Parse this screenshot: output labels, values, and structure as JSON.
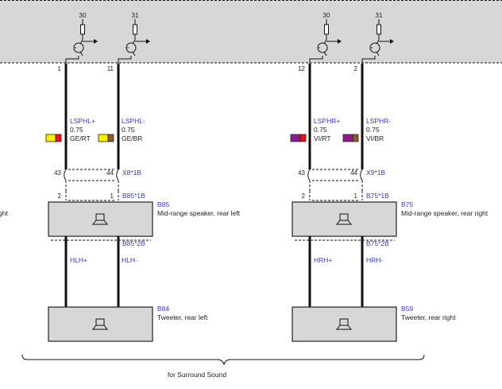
{
  "control_unit": {
    "supply_pins": [
      "30",
      "31",
      "30",
      "31"
    ],
    "output_pins": [
      "1",
      "11",
      "12",
      "2"
    ]
  },
  "left_channel": {
    "wire_plus": {
      "signal": "LSPHL+",
      "gauge": "0.75",
      "color": "GE/RT",
      "swatch": [
        "#ffee00",
        "#e8101a"
      ]
    },
    "wire_minus": {
      "signal": "LSPHL-",
      "gauge": "0.75",
      "color": "GE/BR",
      "swatch": [
        "#ffee00",
        "#8b5a2b"
      ]
    },
    "connector_top": {
      "pin_plus": "43",
      "pin_minus": "44",
      "ref": "X8*1B"
    },
    "speaker_conn": {
      "pin_plus": "2",
      "pin_minus": "1",
      "ref": "B85*1B"
    },
    "midrange": {
      "id": "B85",
      "desc": "Mid-range speaker, rear left"
    },
    "tweeter_conn": {
      "ref": "B85*2B"
    },
    "tweeter_wires": {
      "plus": "HLH+",
      "minus": "HLH-"
    },
    "tweeter": {
      "id": "B84",
      "desc": "Tweeter, rear left"
    }
  },
  "right_channel": {
    "wire_plus": {
      "signal": "LSPHR+",
      "gauge": "0.75",
      "color": "VI/RT",
      "swatch": [
        "#8b1a8b",
        "#e8101a"
      ]
    },
    "wire_minus": {
      "signal": "LSPHR-",
      "gauge": "0.75",
      "color": "VI/BR",
      "swatch": [
        "#8b1a8b",
        "#8b5a2b"
      ]
    },
    "connector_top": {
      "pin_plus": "43",
      "pin_minus": "44",
      "ref": "X9*1B"
    },
    "speaker_conn": {
      "pin_plus": "2",
      "pin_minus": "1",
      "ref": "B75*1B"
    },
    "midrange": {
      "id": "B75",
      "desc": "Mid-range speaker, rear right"
    },
    "tweeter_conn": {
      "ref": "B75*2B"
    },
    "tweeter_wires": {
      "plus": "HRH+",
      "minus": "HRH-"
    },
    "tweeter": {
      "id": "B59",
      "desc": "Tweeter, rear right"
    }
  },
  "left_edge_fragment": "ght",
  "brace_label": "for Surround Sound"
}
